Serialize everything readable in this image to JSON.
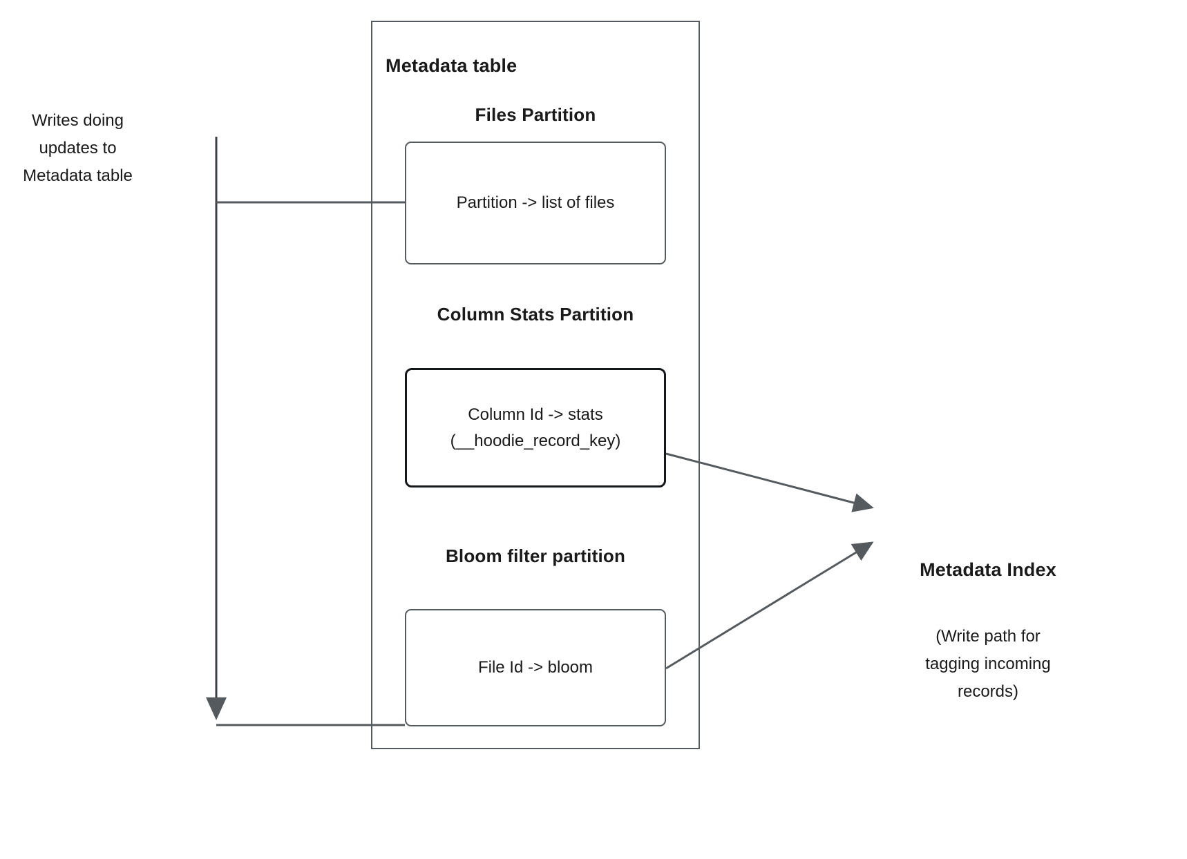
{
  "diagram": {
    "title": "Metadata table",
    "left_note": {
      "lines": [
        "Writes doing",
        "updates to",
        "Metadata table"
      ]
    },
    "sections": [
      {
        "heading_lines": [
          "Files Partition"
        ],
        "box_lines": [
          "Partition -> list of files"
        ]
      },
      {
        "heading_lines": [
          "Column Stats",
          "Partition"
        ],
        "box_lines": [
          "Column Id  -> stats",
          "(__hoodie_record_key)"
        ]
      },
      {
        "heading_lines": [
          "Bloom filter",
          "partition"
        ],
        "box_lines": [
          "File Id -> bloom"
        ]
      }
    ],
    "right_note": {
      "title": "Metadata Index",
      "sub_lines": [
        "(Write path for",
        "tagging incoming",
        "records)"
      ]
    },
    "colors": {
      "stroke": "#555a5e",
      "stroke_strong": "#14181a",
      "text": "#1a1a1a",
      "background": "#ffffff"
    }
  }
}
